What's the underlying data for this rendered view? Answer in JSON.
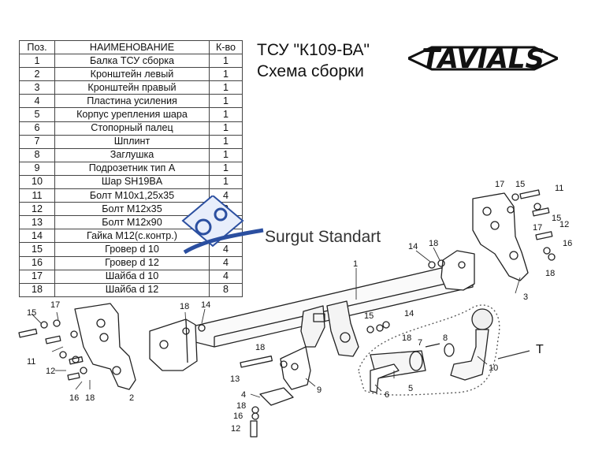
{
  "table": {
    "headers": [
      "Поз.",
      "НАИМЕНОВАНИЕ",
      "К-во"
    ],
    "rows": [
      [
        "1",
        "Балка ТСУ сборка",
        "1"
      ],
      [
        "2",
        "Кронштейн левый",
        "1"
      ],
      [
        "3",
        "Кронштейн правый",
        "1"
      ],
      [
        "4",
        "Пластина усиления",
        "1"
      ],
      [
        "5",
        "Корпус урепления шара",
        "1"
      ],
      [
        "6",
        "Стопорный палец",
        "1"
      ],
      [
        "7",
        "Шплинт",
        "1"
      ],
      [
        "8",
        "Заглушка",
        "1"
      ],
      [
        "9",
        "Подрозетник тип А",
        "1"
      ],
      [
        "10",
        "Шар SH19BA",
        "1"
      ],
      [
        "11",
        "Болт М10х1,25х35",
        "4"
      ],
      [
        "12",
        "Болт М12х35",
        "2"
      ],
      [
        "13",
        "Болт М12х90",
        "2"
      ],
      [
        "14",
        "Гайка М12(с.контр.)",
        "4"
      ],
      [
        "15",
        "Гровер d 10",
        "4"
      ],
      [
        "16",
        "Гровер d 12",
        "4"
      ],
      [
        "17",
        "Шайба d 10",
        "4"
      ],
      [
        "18",
        "Шайба d 12",
        "8"
      ]
    ]
  },
  "title": {
    "line1": "ТСУ  \"К109-ВА\"",
    "line2": "Схема сборки"
  },
  "logo": {
    "text": "TAVIALS",
    "color": "#111111"
  },
  "watermark": {
    "text": "Surgut Standart",
    "color": "#2b4fa0"
  },
  "callouts": {
    "n1": "1",
    "n2": "2",
    "n3": "3",
    "n4": "4",
    "n5": "5",
    "n6": "6",
    "n7": "7",
    "n8": "8",
    "n9": "9",
    "n10": "10",
    "n11": "11",
    "n12": "12",
    "n13": "13",
    "n14": "14",
    "n15": "15",
    "n16": "16",
    "n17": "17",
    "n18": "18",
    "t": "T"
  }
}
